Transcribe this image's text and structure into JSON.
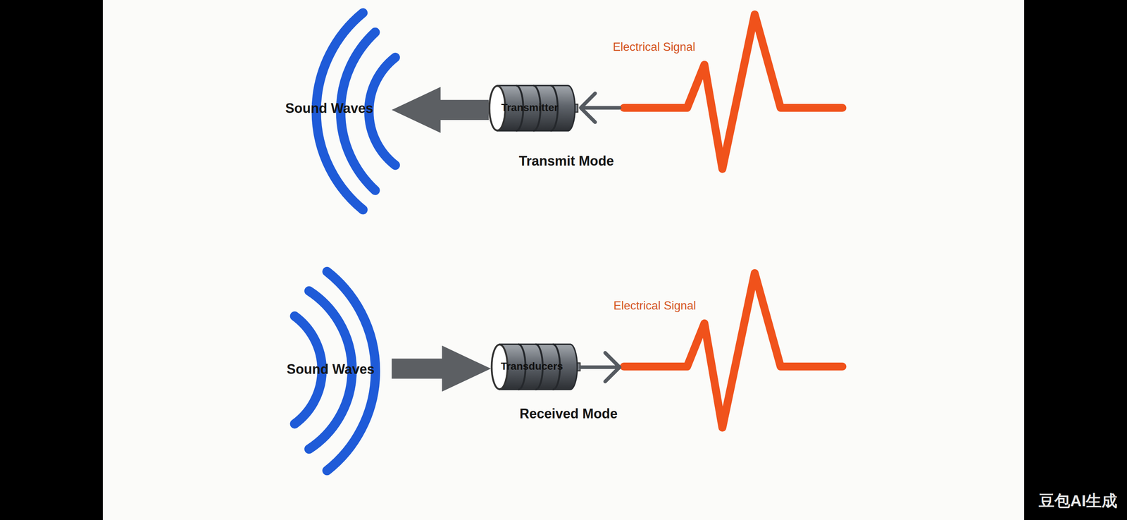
{
  "diagram": {
    "nodes": [
      {
        "text": [
          "Sound Waves"
        ]
      },
      {
        "text": [
          "Transmitter"
        ]
      },
      {
        "text": [
          "Electrical Signal"
        ]
      },
      {
        "text": [
          "Sound Waves"
        ]
      },
      {
        "text": [
          "Transducers"
        ]
      },
      {
        "text": [
          "Electrical Signal"
        ]
      }
    ],
    "edges": [
      {
        "from": 1,
        "to": 0,
        "arrow": "to"
      },
      {
        "from": 2,
        "to": 1,
        "arrow": "to"
      },
      {
        "from": 3,
        "to": 4,
        "arrow": "to"
      },
      {
        "from": 4,
        "to": 5,
        "arrow": "to"
      }
    ],
    "labels": [
      "Transmit Mode",
      "Received Mode",
      "豆包AI生成"
    ]
  }
}
